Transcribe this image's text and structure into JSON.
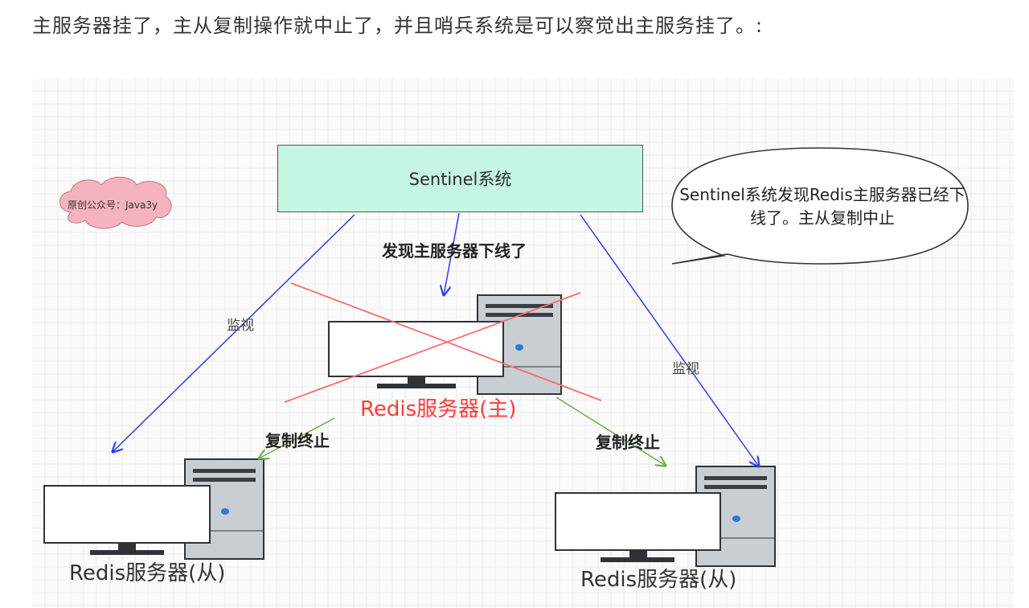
{
  "heading": "主服务器挂了，主从复制操作就中止了，并且哨兵系统是可以察觉出主服务挂了。:",
  "diagram": {
    "sentinel_label": "Sentinel系统",
    "bubble_text": "Sentinel系统发现Redis主服务器已经下线了。主从复制中止",
    "cloud_text": "原创公众号：Java3y",
    "discover_label": "发现主服务器下线了",
    "monitor_left": "监视",
    "monitor_right": "监视",
    "replication_stop_left": "复制终止",
    "replication_stop_right": "复制终止",
    "master_label": "Redis服务器(主)",
    "slave_left_label": "Redis服务器(从)",
    "slave_right_label": "Redis服务器(从)"
  },
  "colors": {
    "sentinel_fill": "#c4f6e1",
    "monitor_arrow": "#2b3cf0",
    "replication_arrow": "#6bb04a",
    "cross": "#ff6b6b",
    "master_text": "#ff3d3d",
    "cloud_fill": "#f5b3c0",
    "server_body": "#c9ced3"
  }
}
